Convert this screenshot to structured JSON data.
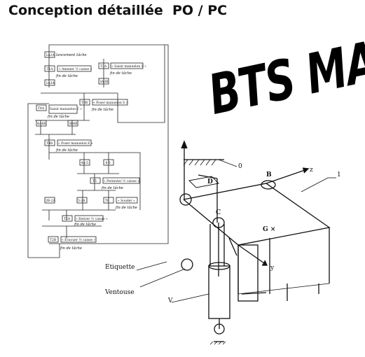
{
  "header": {
    "title": "Conception détaillée  PO / PC"
  },
  "stamp": {
    "text": "BTS MAI"
  },
  "grafcet": {
    "steps": [
      "1A1A",
      "T1A",
      "1A3A",
      "T3A",
      "3A3B",
      "T3B",
      "T4A",
      "4A4B",
      "3B4B",
      "T4B",
      "4A-5",
      "6-5",
      "T5",
      "T6",
      "5-2A",
      "2B-2A",
      "T2A",
      "T2B"
    ],
    "actions": [
      "« Amener ½ caisse »",
      "« Saisir manuelon S »",
      "« Poser manuelon S »",
      "Saisir manuelon E »",
      "« Poser manuelon E »",
      "« Permuter ½ caisse »",
      "« Souder »",
      "« Retirer ½ caisse »",
      "« Évacuer ½ caisse »"
    ],
    "notes": {
      "start": "lancement tâche",
      "end": "fin de tâche"
    }
  },
  "mechanism": {
    "labels": {
      "zero": "0",
      "one": "1",
      "b": "B",
      "c": "C",
      "d": "D",
      "g": "G",
      "z": "z",
      "y": "y"
    },
    "callouts": {
      "etiquette": "Etiquette",
      "ventouse": "Ventouse",
      "v": "V"
    }
  }
}
